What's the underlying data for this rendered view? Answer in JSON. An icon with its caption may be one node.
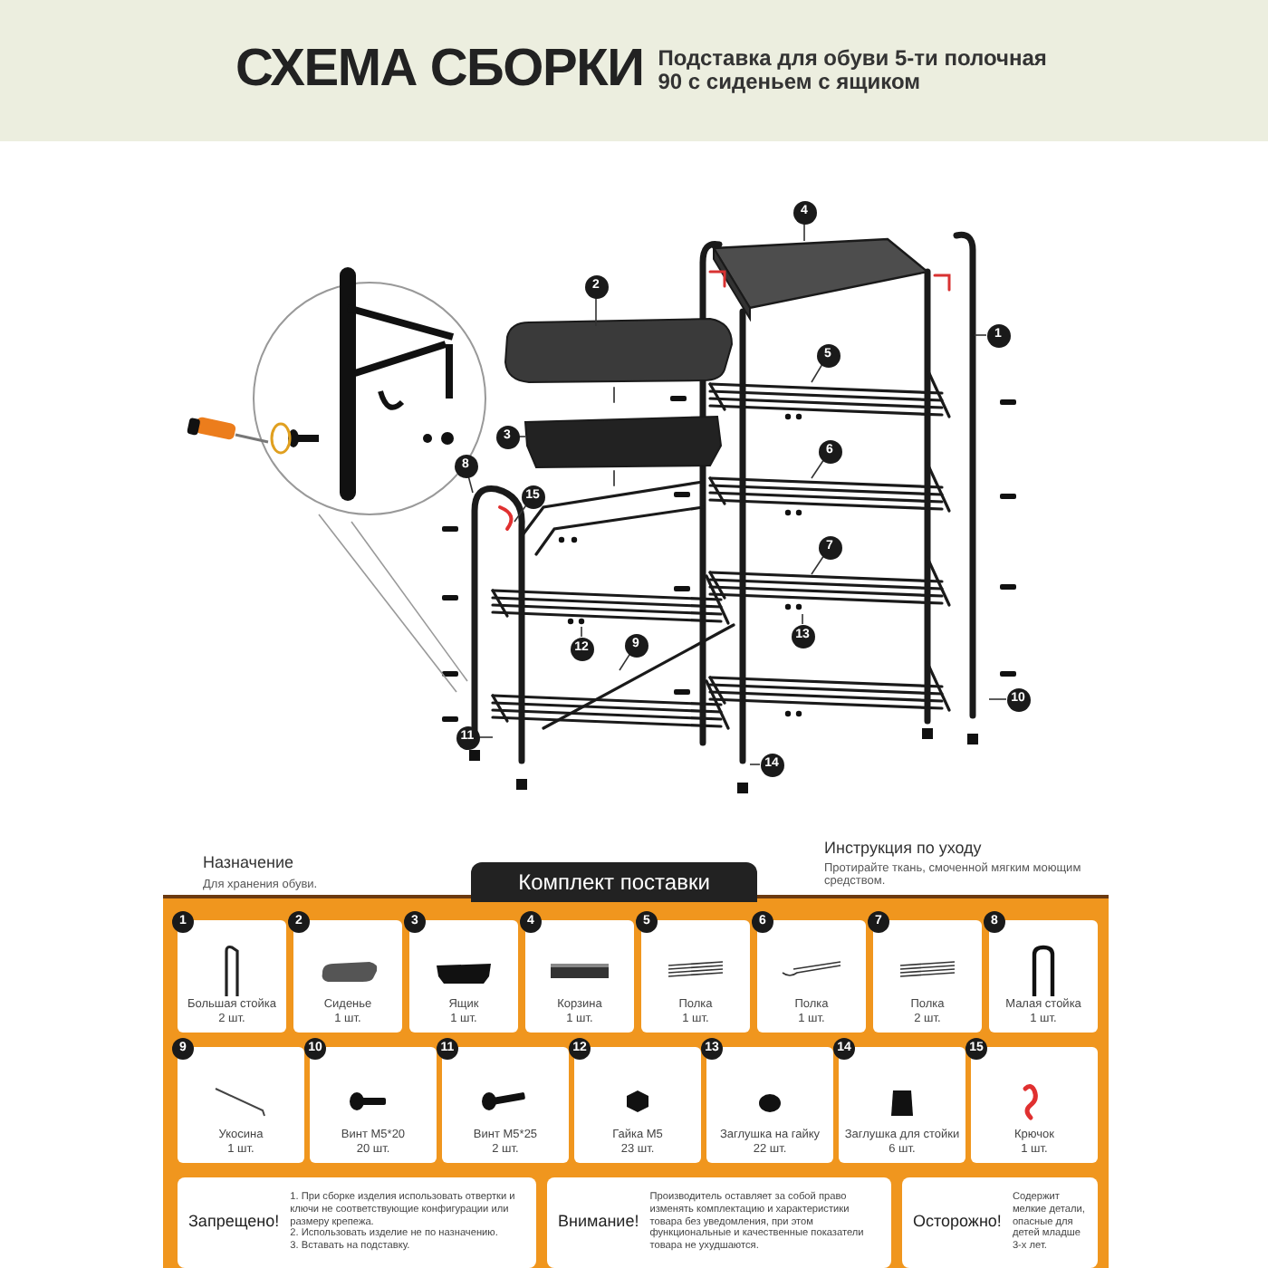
{
  "diagram": {
    "title": "СХЕМА СБОРКИ",
    "nodes": [
      {
        "text": [
          "4"
        ]
      },
      {
        "text": [
          "2"
        ]
      },
      {
        "text": [
          "1"
        ]
      },
      {
        "text": [
          "5"
        ]
      },
      {
        "text": [
          "3"
        ]
      },
      {
        "text": [
          "6"
        ]
      },
      {
        "text": [
          "8"
        ]
      },
      {
        "text": [
          "15"
        ]
      },
      {
        "text": [
          "7"
        ]
      },
      {
        "text": [
          "13"
        ]
      },
      {
        "text": [
          "9"
        ]
      },
      {
        "text": [
          "12"
        ]
      },
      {
        "text": [
          "10"
        ]
      },
      {
        "text": [
          "11"
        ]
      },
      {
        "text": [
          "14"
        ]
      },
      {
        "text": [
          "Комплект поставки"
        ]
      },
      {
        "text": [
          "1",
          "Большая стойка",
          "2 шт."
        ],
        "in": 15
      },
      {
        "text": [
          "2",
          "Сиденье",
          "1 шт."
        ],
        "in": 15
      },
      {
        "text": [
          "3",
          "Ящик",
          "1 шт."
        ],
        "in": 15
      },
      {
        "text": [
          "4",
          "Корзина",
          "1 шт."
        ],
        "in": 15
      },
      {
        "text": [
          "5",
          "Полка",
          "1 шт."
        ],
        "in": 15
      },
      {
        "text": [
          "6",
          "Полка",
          "1 шт."
        ],
        "in": 15
      },
      {
        "text": [
          "7",
          "Полка",
          "2 шт."
        ],
        "in": 15
      },
      {
        "text": [
          "8",
          "Малая стойка",
          "1 шт."
        ],
        "in": 15
      },
      {
        "text": [
          "9",
          "Укосина",
          "1 шт."
        ],
        "in": 15
      },
      {
        "text": [
          "10",
          "Винт М5*20",
          "20 шт."
        ],
        "in": 15
      },
      {
        "text": [
          "11",
          "Винт М5*25",
          "2 шт."
        ],
        "in": 15
      },
      {
        "text": [
          "12",
          "Гайка М5",
          "23 шт."
        ],
        "in": 15
      },
      {
        "text": [
          "13",
          "Заглушка на гайку",
          "22 шт."
        ],
        "in": 15
      },
      {
        "text": [
          "14",
          "Заглушка для стойки",
          "6 шт."
        ],
        "in": 15
      },
      {
        "text": [
          "15",
          "Крючок",
          "1 шт."
        ],
        "in": 15
      },
      {
        "text": [
          "Запрещено!",
          "1. При сборке изделия использовать отвертки и ключи не соответствующие конфигурации или размеру крепежа.",
          "2. Использовать изделие не по назначению.",
          "3. Вставать на подставку."
        ],
        "in": 15
      },
      {
        "text": [
          "Внимание!",
          "Производитель оставляет за собой право изменять комплектацию и характеристики товара без уведомления, при этом функциональные и качественные показатели товара не ухудшаются."
        ],
        "in": 15
      },
      {
        "text": [
          "Осторожно!",
          "Содержит мелкие детали, опасные для детей младше 3-х лет."
        ],
        "in": 15
      }
    ],
    "edges": [
      {
        "from": 0,
        "to": null,
        "arrow": "none"
      },
      {
        "from": 1,
        "to": null,
        "arrow": "none"
      },
      {
        "from": 2,
        "to": null,
        "arrow": "none"
      },
      {
        "from": 3,
        "to": null,
        "arrow": "none"
      },
      {
        "from": 4,
        "to": null,
        "arrow": "none"
      },
      {
        "from": 5,
        "to": null,
        "arrow": "none"
      },
      {
        "from": 6,
        "to": null,
        "arrow": "none"
      },
      {
        "from": 7,
        "to": null,
        "arrow": "none"
      },
      {
        "from": 8,
        "to": null,
        "arrow": "none"
      },
      {
        "from": 9,
        "to": null,
        "arrow": "none"
      },
      {
        "from": 10,
        "to": null,
        "arrow": "none"
      },
      {
        "from": 11,
        "to": null,
        "arrow": "none"
      },
      {
        "from": 12,
        "to": null,
        "arrow": "none"
      },
      {
        "from": 13,
        "to": null,
        "arrow": "none"
      },
      {
        "from": 14,
        "to": null,
        "arrow": "none"
      }
    ],
    "labels": [
      "Подставка для обуви 5-ти полочная 90 с сиденьем с ящиком",
      "Назначение",
      "Для хранения обуви.",
      "Инструкция по уходу",
      "Протирайте ткань, смоченной мягким моющим средством."
    ]
  }
}
